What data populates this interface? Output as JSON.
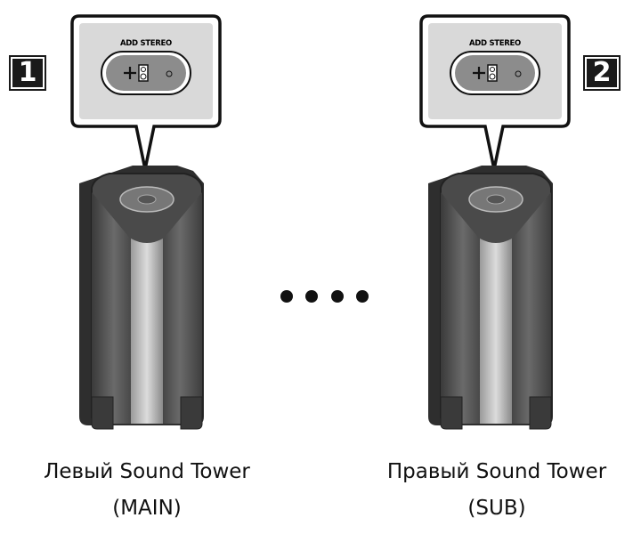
{
  "speakers": [
    {
      "badge": "1",
      "button_label": "ADD STEREO",
      "name": "Левый Sound Tower",
      "role": "(MAIN)"
    },
    {
      "badge": "2",
      "button_label": "ADD STEREO",
      "name": "Правый Sound Tower",
      "role": "(SUB)"
    }
  ],
  "connector": {
    "icon": "ellipsis-dots-icon",
    "count": 4
  },
  "colors": {
    "callout_bg": "#d9d9d9",
    "button": "#8c8c8c",
    "speaker_body": "#4a4a4a",
    "badge": "#1a1a1a"
  }
}
